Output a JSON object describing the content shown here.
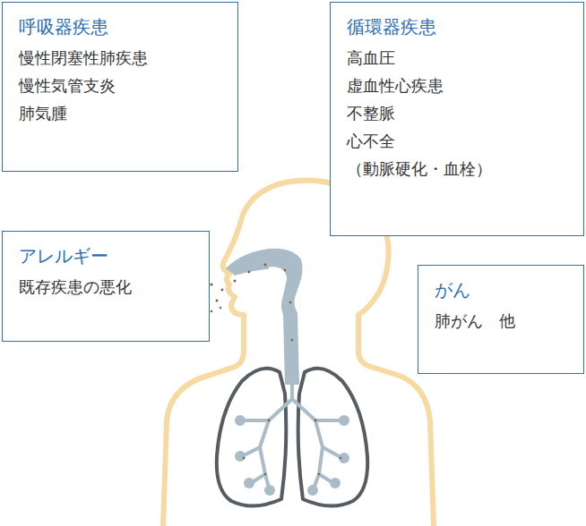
{
  "diagram": {
    "nodes": [
      {
        "text": [
          "呼吸器疾患",
          "慢性閉塞性肺疾患",
          "慢性気管支炎",
          "肺気腫"
        ]
      },
      {
        "text": [
          "循環器疾患",
          "高血圧",
          "虚血性心疾患",
          "不整脈",
          "心不全",
          "（動脈硬化・血栓）"
        ]
      },
      {
        "text": [
          "アレルギー",
          "既存疾患の悪化"
        ]
      },
      {
        "text": [
          "がん",
          "肺がん　他"
        ]
      }
    ]
  }
}
